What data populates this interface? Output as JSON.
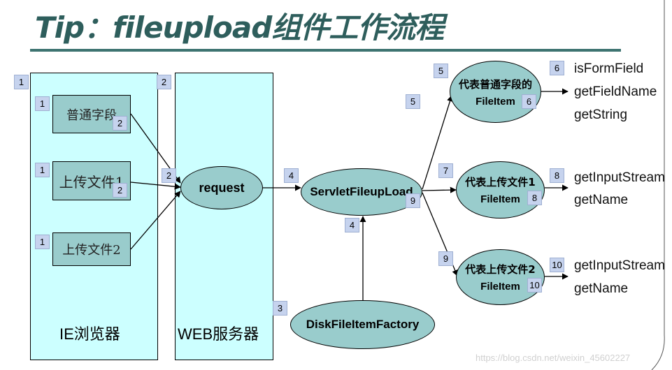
{
  "title": "Tip：fileupload组件工作流程",
  "browser": {
    "label": "IE浏览器",
    "field_normal": "普通字段",
    "field_file1": "上传文件1",
    "field_file2": "上传文件2"
  },
  "server": {
    "label": "WEB服务器",
    "request": "request"
  },
  "upload": {
    "name": "ServletFileupLoad"
  },
  "factory": {
    "name": "DiskFileItemFactory"
  },
  "file_items": [
    {
      "line1": "代表普通字段的",
      "line2": "FileItem"
    },
    {
      "line1": "代表上传文件1",
      "line2": "FileItem"
    },
    {
      "line1": "代表上传文件2",
      "line2": "FileItem"
    }
  ],
  "methods": {
    "field": [
      "isFormField",
      "getFieldName",
      "getString"
    ],
    "file1": [
      "getInputStream",
      "getName"
    ],
    "file2": [
      "getInputStream",
      "getName"
    ]
  },
  "steps": {
    "browser_panel": "1",
    "field_normal_a": "1",
    "field_normal_b": "2",
    "field_file1_a": "1",
    "field_file1_b": "2",
    "field_file2_a": "1",
    "server_panel": "2",
    "request_in": "2",
    "factory_step": "3",
    "upload_in": "4",
    "factory_arrow": "4",
    "top_branch": "5",
    "top_ellipse": "5",
    "top_inner": "6",
    "top_methods": "6",
    "mid_branch": "7",
    "mid_inner": "8",
    "mid_methods": "8",
    "upload_out": "9",
    "bot_branch": "9",
    "bot_inner": "10",
    "bot_methods": "10"
  },
  "watermark": "https://blog.csdn.net/weixin_45602227",
  "colors": {
    "panel": "#ccffff",
    "node": "#99cccc",
    "badge": "#c6d3ee",
    "title": "#2e5e5c"
  }
}
